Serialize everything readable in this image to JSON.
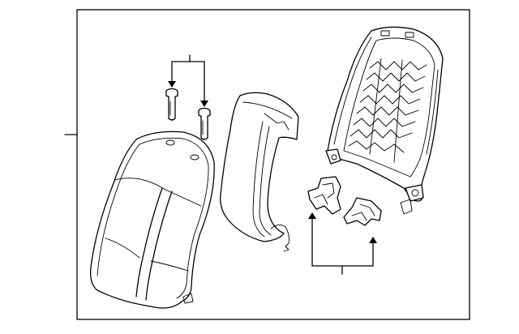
{
  "diagram": {
    "style": "parts-exploded-line-drawing",
    "colors": {
      "line": "#000000",
      "background": "#ffffff",
      "frame": "#000000"
    },
    "parts": [
      {
        "name": "seat-back-cushion"
      },
      {
        "name": "seat-back-cover-pad"
      },
      {
        "name": "guide-pins"
      },
      {
        "name": "seat-back-frame"
      },
      {
        "name": "brackets"
      }
    ]
  }
}
